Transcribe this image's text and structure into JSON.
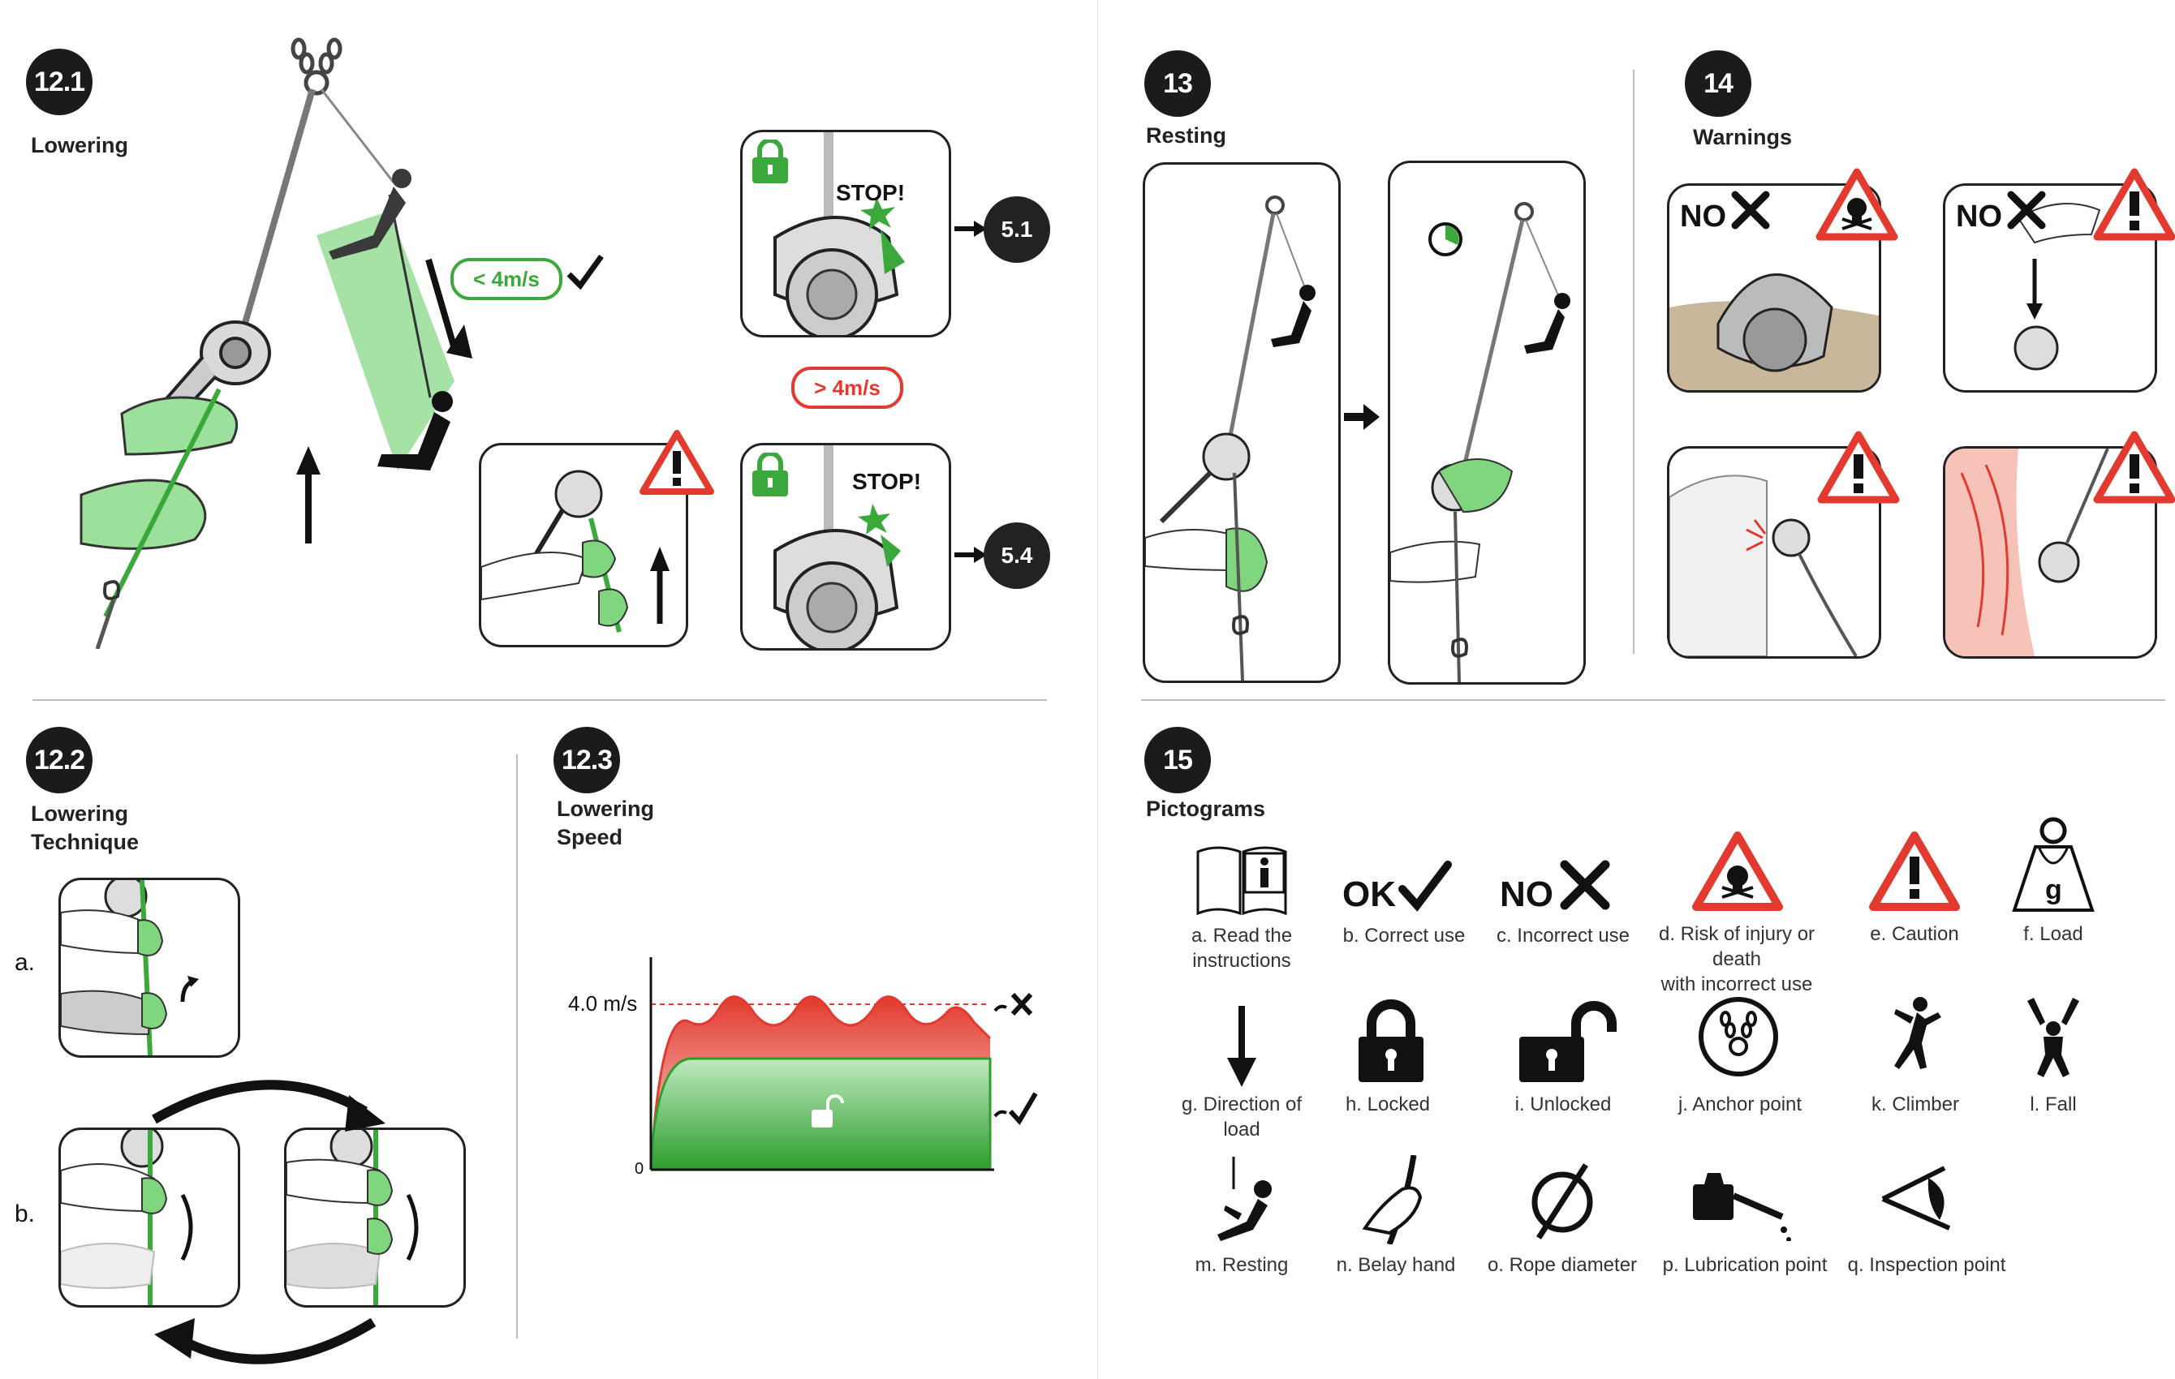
{
  "sections": {
    "s12_1": {
      "number": "12.1",
      "title": "Lowering"
    },
    "s12_2": {
      "number": "12.2",
      "title": "Lowering\nTechnique"
    },
    "s12_3": {
      "number": "12.3",
      "title": "Lowering\nSpeed"
    },
    "s13": {
      "number": "13",
      "title": "Resting"
    },
    "s14": {
      "number": "14",
      "title": "Warnings"
    },
    "s15": {
      "number": "15",
      "title": "Pictograms"
    }
  },
  "lowering": {
    "speed_ok": "< 4m/s",
    "speed_bad": "> 4m/s",
    "stop_text": "STOP!",
    "ref_a": "5.1",
    "ref_b": "5.4"
  },
  "technique": {
    "step_a": "a.",
    "step_b": "b."
  },
  "speed_chart": {
    "threshold_label": "4.0 m/s",
    "zero_label": "0"
  },
  "warnings": {
    "no_text": "NO"
  },
  "pictograms": [
    {
      "id": "a",
      "label": "a. Read the\ninstructions",
      "icon": "book-info-icon"
    },
    {
      "id": "b",
      "label": "b. Correct use",
      "icon": "ok-check-icon",
      "text": "OK"
    },
    {
      "id": "c",
      "label": "c. Incorrect use",
      "icon": "no-cross-icon",
      "text": "NO"
    },
    {
      "id": "d",
      "label": "d. Risk of injury or death\nwith incorrect use",
      "icon": "skull-warning-icon"
    },
    {
      "id": "e",
      "label": "e. Caution",
      "icon": "caution-triangle-icon"
    },
    {
      "id": "f",
      "label": "f. Load",
      "icon": "weight-load-icon",
      "text": "g"
    },
    {
      "id": "g",
      "label": "g. Direction of load",
      "icon": "arrow-down-icon"
    },
    {
      "id": "h",
      "label": "h. Locked",
      "icon": "lock-closed-icon"
    },
    {
      "id": "i",
      "label": "i. Unlocked",
      "icon": "lock-open-icon"
    },
    {
      "id": "j",
      "label": "j. Anchor point",
      "icon": "anchor-point-icon"
    },
    {
      "id": "k",
      "label": "k. Climber",
      "icon": "climber-icon"
    },
    {
      "id": "l",
      "label": "l. Fall",
      "icon": "fall-icon"
    },
    {
      "id": "m",
      "label": "m. Resting",
      "icon": "resting-icon"
    },
    {
      "id": "n",
      "label": "n. Belay hand",
      "icon": "belay-hand-icon"
    },
    {
      "id": "o",
      "label": "o. Rope diameter",
      "icon": "diameter-icon"
    },
    {
      "id": "p",
      "label": "p. Lubrication point",
      "icon": "oil-can-icon"
    },
    {
      "id": "q",
      "label": "q. Inspection point",
      "icon": "eye-inspection-icon"
    }
  ],
  "colors": {
    "green": "#3aa83a",
    "red": "#e23a2e",
    "dark": "#1b1b1b"
  }
}
